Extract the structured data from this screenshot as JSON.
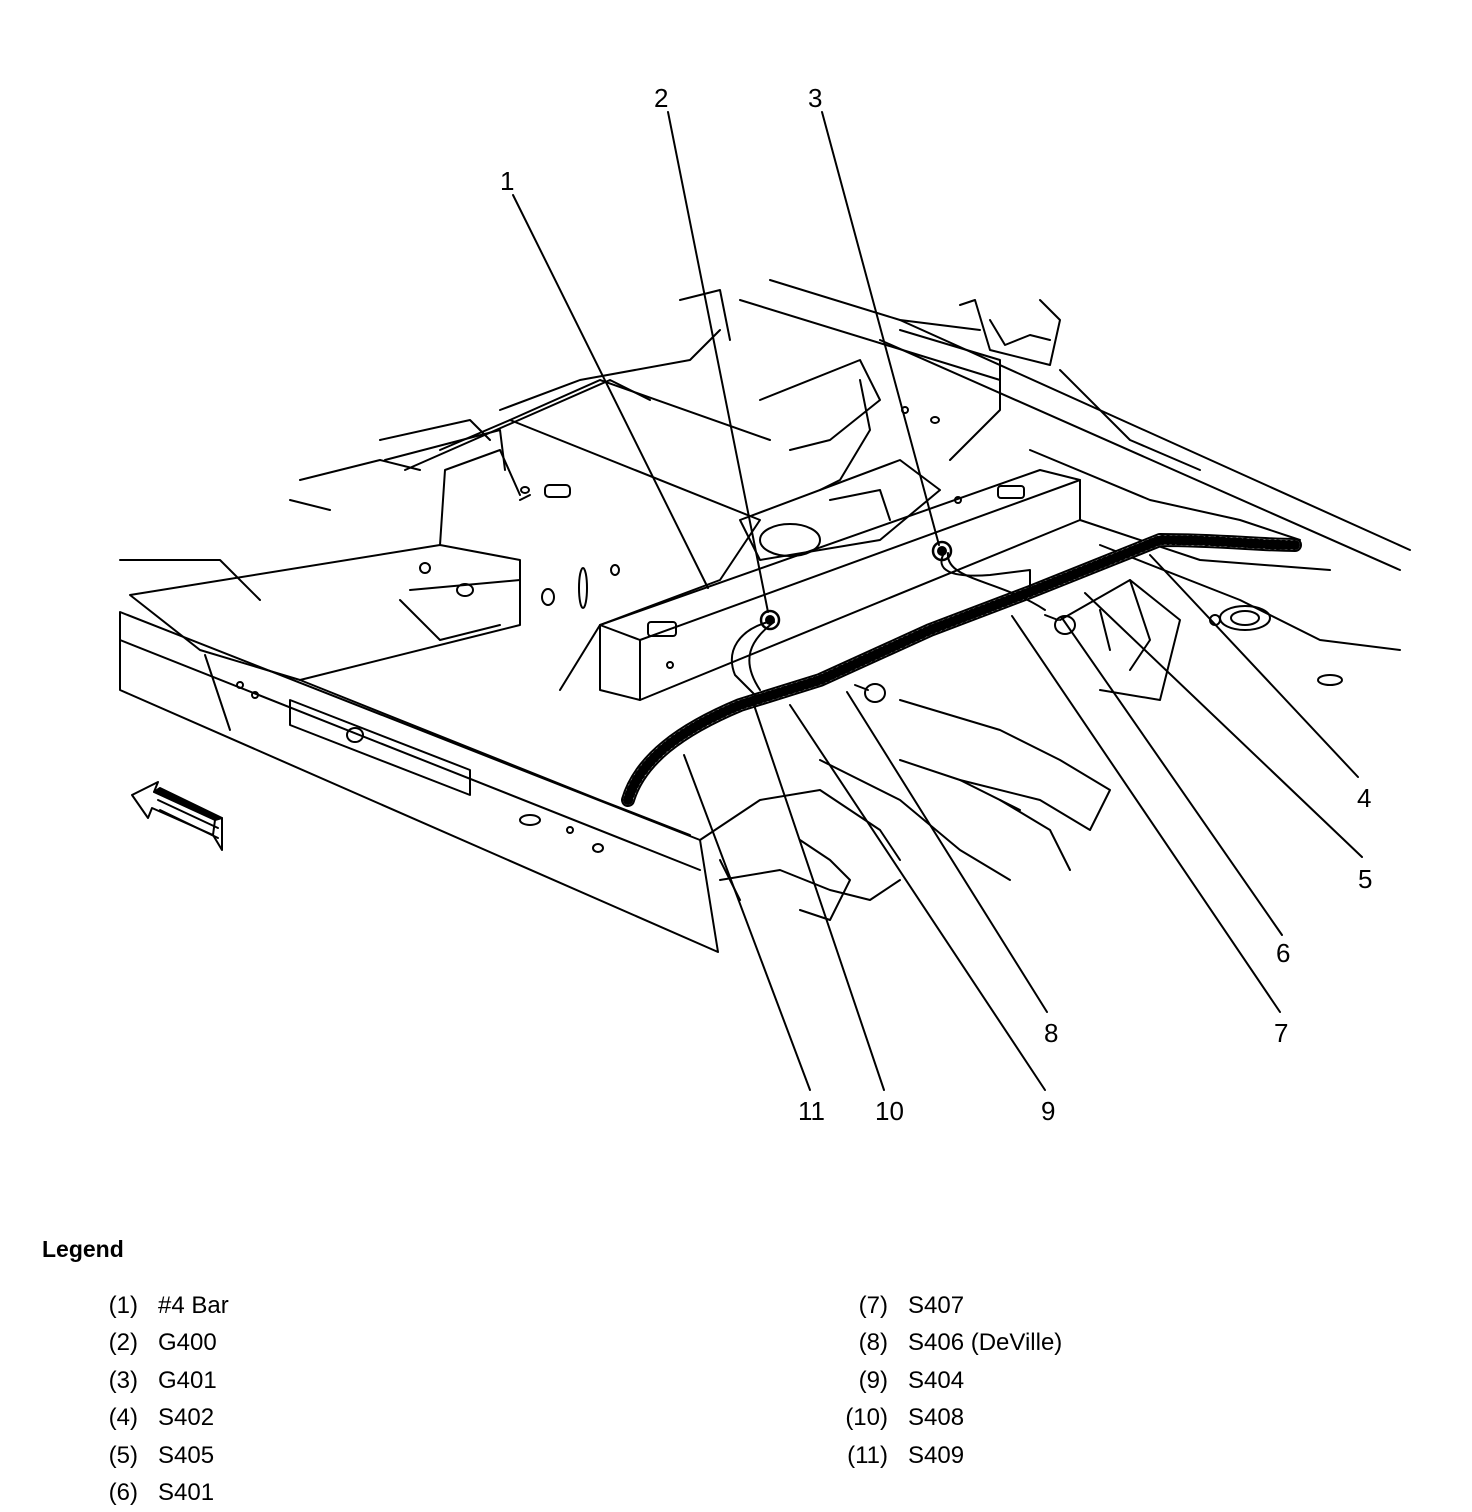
{
  "callouts": [
    "1",
    "2",
    "3",
    "4",
    "5",
    "6",
    "7",
    "8",
    "9",
    "10",
    "11"
  ],
  "legend": {
    "title": "Legend",
    "items": [
      {
        "num": "(1)",
        "label": "#4 Bar"
      },
      {
        "num": "(2)",
        "label": "G400"
      },
      {
        "num": "(3)",
        "label": "G401"
      },
      {
        "num": "(4)",
        "label": "S402"
      },
      {
        "num": "(5)",
        "label": "S405"
      },
      {
        "num": "(6)",
        "label": "S401"
      },
      {
        "num": "(7)",
        "label": "S407"
      },
      {
        "num": "(8)",
        "label": "S406 (DeVille)"
      },
      {
        "num": "(9)",
        "label": "S404"
      },
      {
        "num": "(10)",
        "label": "S408"
      },
      {
        "num": "(11)",
        "label": "S409"
      }
    ]
  },
  "icons": {
    "front_arrow": "front-direction-arrow-icon"
  }
}
